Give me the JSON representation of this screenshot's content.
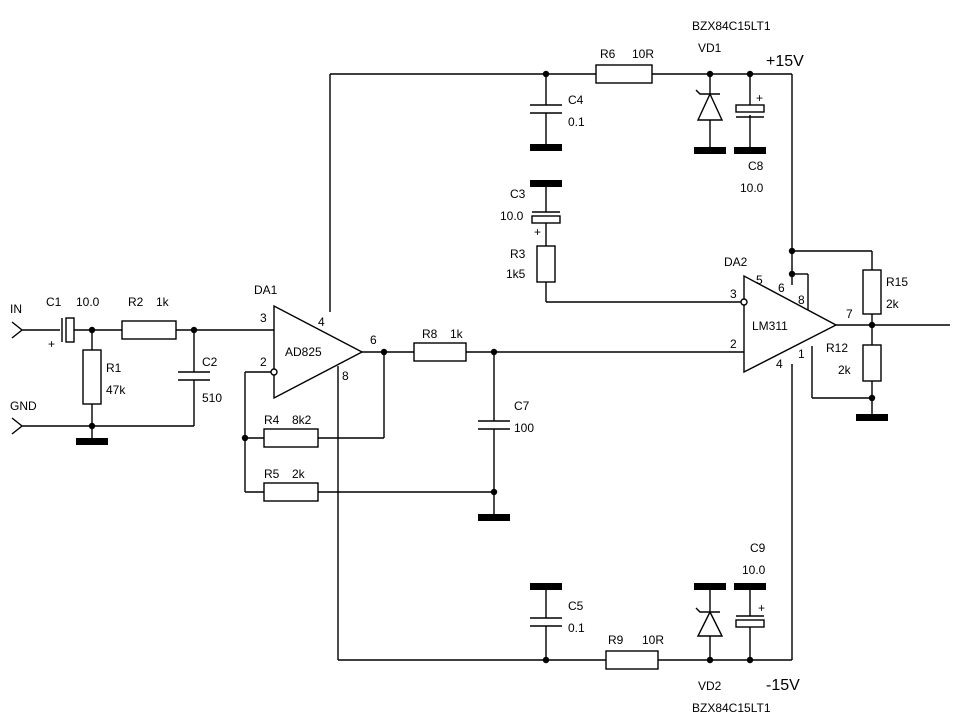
{
  "terminals": {
    "in": "IN",
    "gnd": "GND"
  },
  "rails": {
    "pos": "+15V",
    "neg": "-15V"
  },
  "opamp1": {
    "ref": "DA1",
    "part": "AD825",
    "pins": {
      "p3": "3",
      "p2": "2",
      "p4": "4",
      "p8": "8",
      "p6": "6"
    }
  },
  "comparator": {
    "ref": "DA2",
    "part": "LM311",
    "pins": {
      "p3": "3",
      "p2": "2",
      "p5": "5",
      "p6": "6",
      "p8": "8",
      "p7": "7",
      "p1": "1",
      "p4": "4"
    }
  },
  "components": {
    "C1": {
      "ref": "C1",
      "value": "10.0"
    },
    "R2": {
      "ref": "R2",
      "value": "1k"
    },
    "R1": {
      "ref": "R1",
      "value": "47k"
    },
    "C2": {
      "ref": "C2",
      "value": "510"
    },
    "R4": {
      "ref": "R4",
      "value": "8k2"
    },
    "R5": {
      "ref": "R5",
      "value": "2k"
    },
    "R8": {
      "ref": "R8",
      "value": "1k"
    },
    "C7": {
      "ref": "C7",
      "value": "100"
    },
    "R6": {
      "ref": "R6",
      "value": "10R"
    },
    "VD1": {
      "ref": "VD1",
      "value": "BZX84C15LT1"
    },
    "C4": {
      "ref": "C4",
      "value": "0.1"
    },
    "C8": {
      "ref": "C8",
      "value": "10.0"
    },
    "C3": {
      "ref": "C3",
      "value": "10.0"
    },
    "R3": {
      "ref": "R3",
      "value": "1k5"
    },
    "R15": {
      "ref": "R15",
      "value": "2k"
    },
    "R12": {
      "ref": "R12",
      "value": "2k"
    },
    "C5": {
      "ref": "C5",
      "value": "0.1"
    },
    "R9": {
      "ref": "R9",
      "value": "10R"
    },
    "VD2": {
      "ref": "VD2",
      "value": "BZX84C15LT1"
    },
    "C9": {
      "ref": "C9",
      "value": "10.0"
    }
  },
  "polarity_mark": "+"
}
